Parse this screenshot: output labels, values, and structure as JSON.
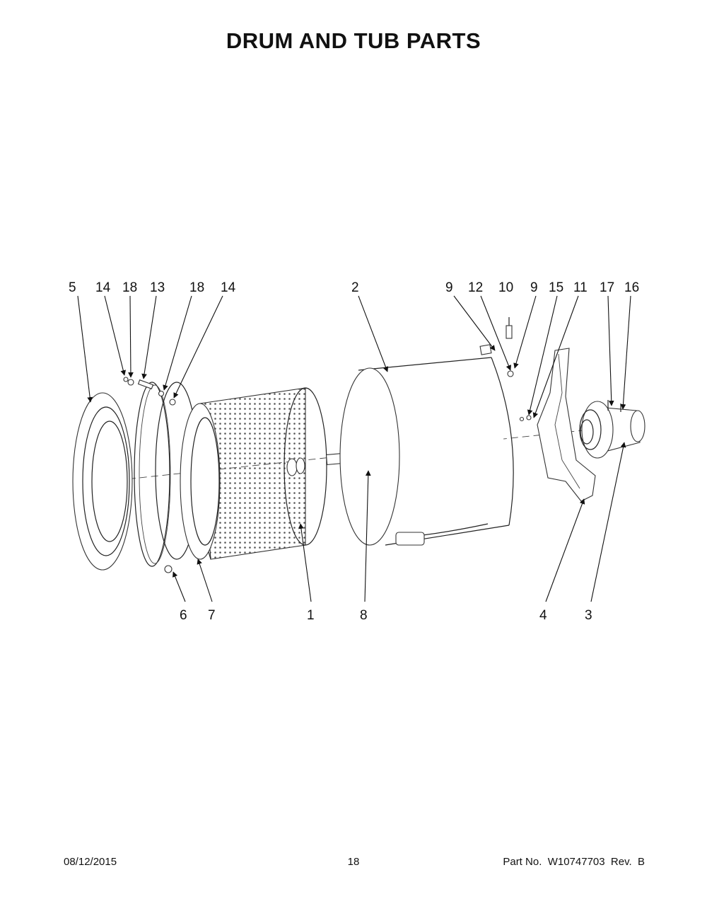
{
  "title": "DRUM AND TUB PARTS",
  "callouts": [
    "5",
    "14",
    "18",
    "13",
    "18",
    "14",
    "2",
    "9",
    "12",
    "10",
    "9",
    "15",
    "11",
    "17",
    "16",
    "6",
    "7",
    "1",
    "8",
    "4",
    "3"
  ],
  "footer": {
    "date": "08/12/2015",
    "page": "18",
    "part_no": "Part No.  W10747703  Rev.  B"
  }
}
